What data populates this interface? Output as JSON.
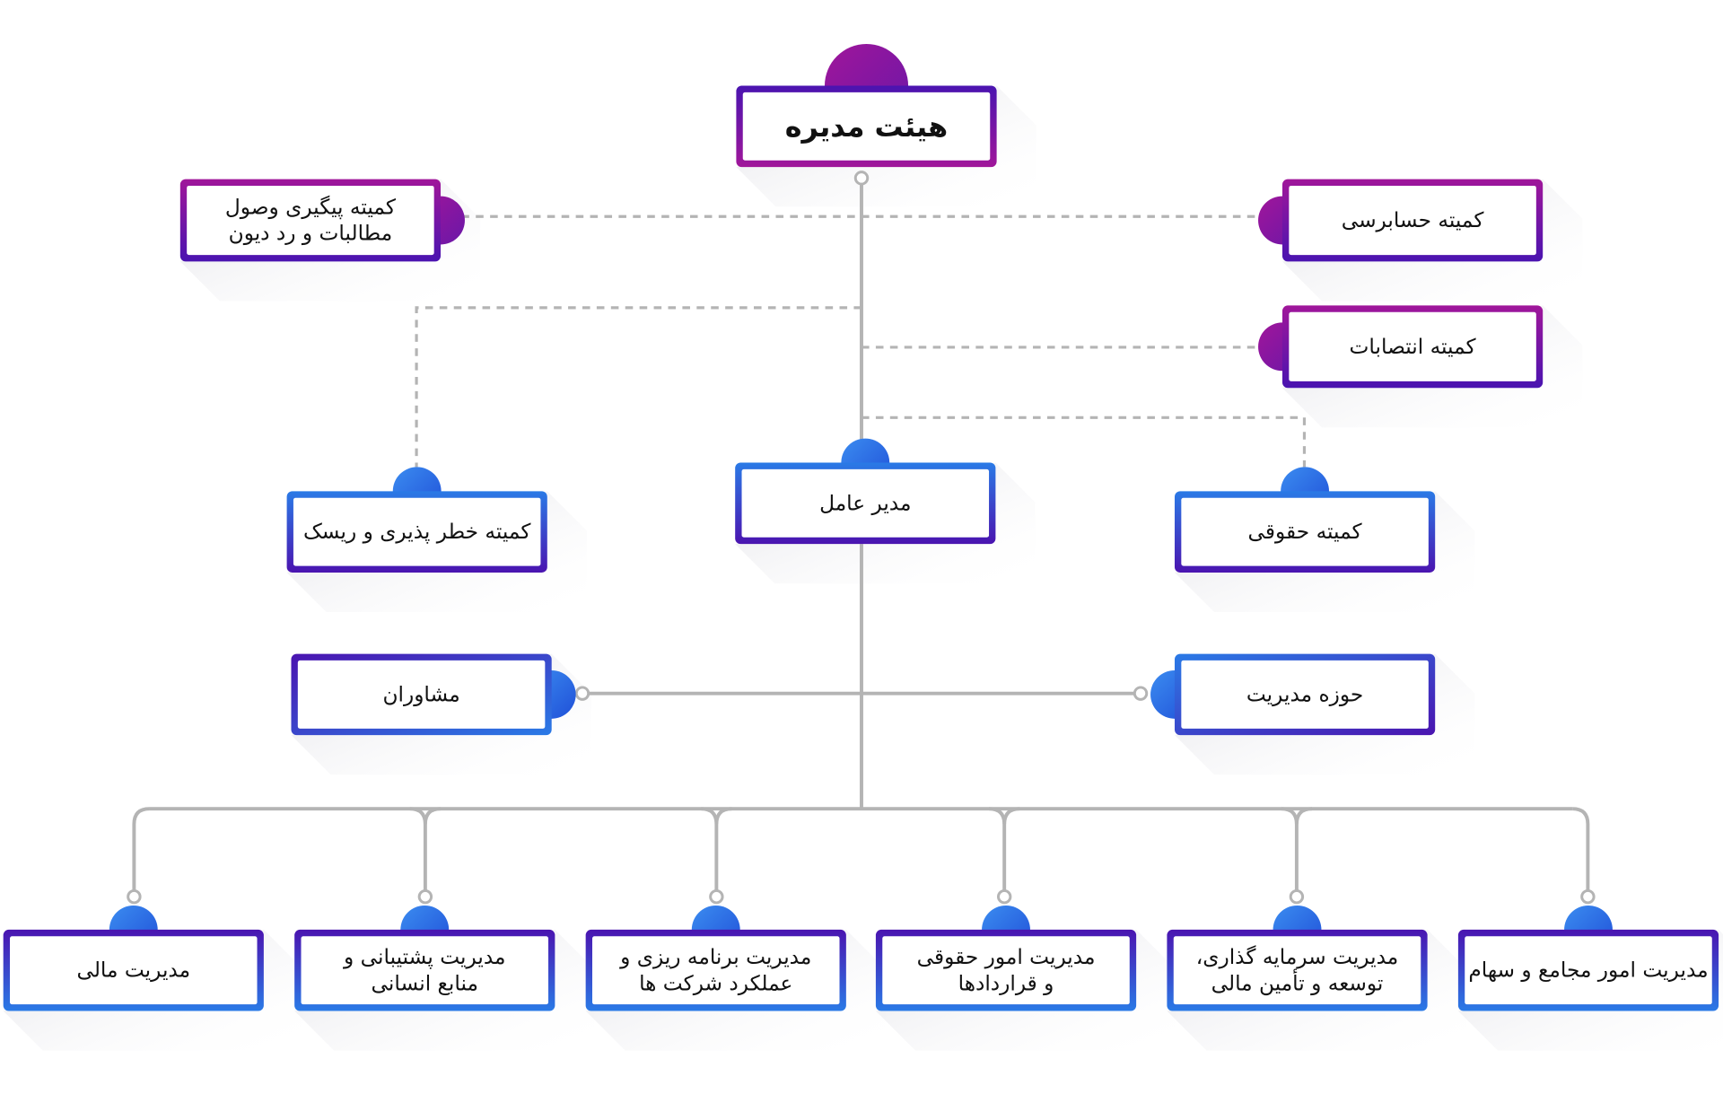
{
  "title": "هیئت مدیره",
  "nodes": {
    "board": {
      "lines": [
        "هیئت مدیره"
      ]
    },
    "collections_committee": {
      "lines": [
        "کمیته پیگیری وصول",
        "مطالبات و رد دیون"
      ]
    },
    "audit_committee": {
      "lines": [
        "کمیته حسابرسی"
      ]
    },
    "appointments_committee": {
      "lines": [
        "کمیته انتصابات"
      ]
    },
    "risk_committee": {
      "lines": [
        "کمیته خطر پذیری و ریسک"
      ]
    },
    "ceo": {
      "lines": [
        "مدیر عامل"
      ]
    },
    "legal_committee": {
      "lines": [
        "کمیته حقوقی"
      ]
    },
    "advisors": {
      "lines": [
        "مشاوران"
      ]
    },
    "management_area": {
      "lines": [
        "حوزه مدیریت"
      ]
    },
    "finance_mgmt": {
      "lines": [
        "مدیریت مالی"
      ]
    },
    "support_hr_mgmt": {
      "lines": [
        "مدیریت پشتیبانی و",
        "منابع انسانی"
      ]
    },
    "planning_mgmt": {
      "lines": [
        "مدیریت برنامه ریزی و",
        "عملکرد شرکت ها"
      ]
    },
    "legal_contracts_mgmt": {
      "lines": [
        "مدیریت امور حقوقی",
        "و قراردادها"
      ]
    },
    "investment_mgmt": {
      "lines": [
        "مدیریت سرمایه گذاری،",
        "توسعه و تأمین مالی"
      ]
    },
    "assemblies_shares_mgmt": {
      "lines": [
        "مدیریت امور مجامع و سهام"
      ]
    }
  },
  "colors": {
    "purple": "#4a14b0",
    "magenta": "#a0169a",
    "blue": "#2a7ae6",
    "connector": "#b4b4b4"
  }
}
